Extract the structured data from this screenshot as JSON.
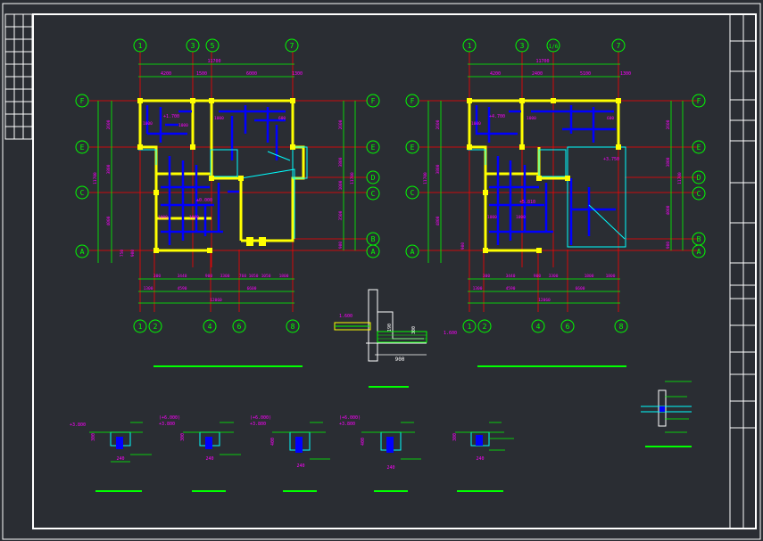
{
  "colors": {
    "background": "#2a2d33",
    "frame": "#ffffff",
    "axis_bubble": "#00ff00",
    "dimension": "#00ff00",
    "dim_text": "#ff00ff",
    "grid_line": "#ff0000",
    "wall": "#ffff00",
    "beam": "#0000ff",
    "outline": "#00ffff",
    "column": "#ffff00",
    "title_bar": "#00ff00"
  },
  "plan_left": {
    "top_axes": [
      "1",
      "3",
      "5",
      "7"
    ],
    "bottom_axes": [
      "1",
      "2",
      "4",
      "6",
      "8"
    ],
    "left_axes": [
      "F",
      "E",
      "C",
      "A"
    ],
    "right_axes": [
      "F",
      "E",
      "D",
      "C",
      "B",
      "A"
    ],
    "top_total": "11700",
    "top_dims": [
      "4200",
      "1500",
      "6000",
      "1300"
    ],
    "bottom_dims1": [
      "300",
      "3440",
      "900",
      "3300",
      "760",
      "1050",
      "1050",
      "1800"
    ],
    "bottom_dims2": [
      "1300",
      "4590",
      "6600"
    ],
    "bottom_total": "12060",
    "left_dims": [
      "2600",
      "3800",
      "4000",
      "750",
      "900"
    ],
    "left_total": "11700",
    "right_dims": [
      "2600",
      "3800",
      "1000",
      "3500",
      "900"
    ],
    "right_total": "11700",
    "elevations": [
      "+1.700",
      "±0.000"
    ],
    "beam_labels": [
      "1000",
      "600",
      "1000",
      "1000",
      "1000",
      "1000"
    ]
  },
  "plan_right": {
    "top_axes": [
      "1",
      "3",
      "1/6",
      "7"
    ],
    "bottom_axes": [
      "1",
      "2",
      "4",
      "6",
      "8"
    ],
    "left_axes": [
      "F",
      "E",
      "C",
      "A"
    ],
    "right_axes": [
      "F",
      "E",
      "D",
      "C",
      "B",
      "A"
    ],
    "top_total": "11700",
    "top_dims": [
      "4200",
      "2400",
      "5100",
      "1300"
    ],
    "bottom_dims1": [
      "300",
      "3440",
      "900",
      "3300",
      "1800",
      "1800"
    ],
    "bottom_dims2": [
      "1300",
      "4590",
      "6600"
    ],
    "bottom_total": "12060",
    "left_dims": [
      "2600",
      "3800",
      "4800",
      "900"
    ],
    "left_total": "11700",
    "right_dims": [
      "2600",
      "3800",
      "4000",
      "900"
    ],
    "right_total": "11700",
    "elevations": [
      "+4.700",
      "+3.750",
      "+5.810"
    ],
    "beam_labels": [
      "1000",
      "600",
      "1000",
      "1000",
      "1000"
    ]
  },
  "section_center": {
    "elev_left": "1.600",
    "elev_right": "1.600",
    "dims": [
      "190",
      "300"
    ],
    "width": "900"
  },
  "beam_details": [
    {
      "elev1": "+3.800",
      "elev2": "",
      "h": "300",
      "w": "240"
    },
    {
      "elev1": "(+6.000)",
      "elev2": "+3.800",
      "h": "300",
      "w": "240"
    },
    {
      "elev1": "(+6.000)",
      "elev2": "+3.800",
      "h": "400",
      "w": "240"
    },
    {
      "elev1": "(+6.000)",
      "elev2": "+3.800",
      "h": "400",
      "w": "240"
    },
    {
      "elev1": "",
      "elev2": "",
      "h": "300",
      "w": "240"
    }
  ]
}
